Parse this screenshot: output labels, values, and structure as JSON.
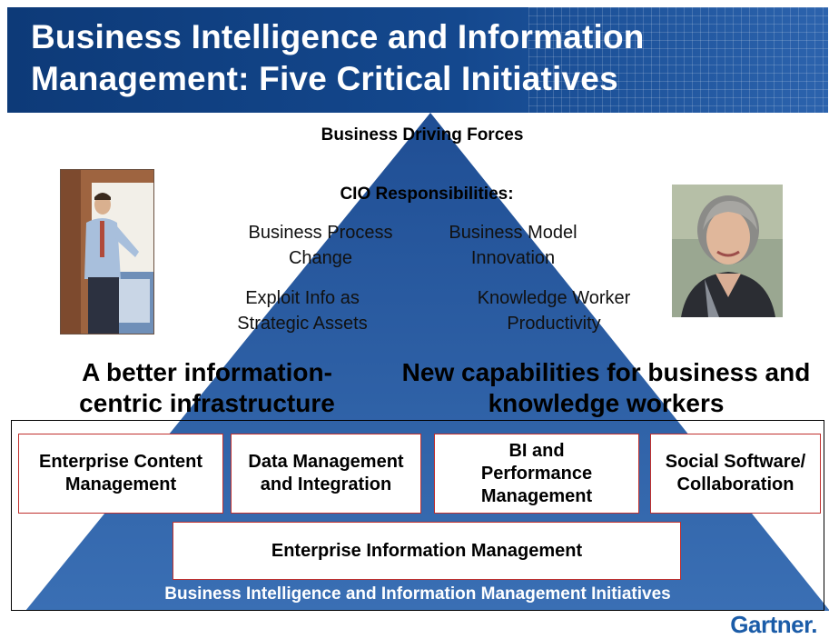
{
  "header": {
    "title_line_1": "Business Intelligence and Information",
    "title_line_2": "Management: Five Critical Initiatives"
  },
  "pyramid": {
    "driving_forces": "Business Driving Forces",
    "cio_responsibilities_label": "CIO Responsibilities:",
    "responsibilities": [
      "Business Process Change",
      "Business Model Innovation",
      "Exploit Info as Strategic Assets",
      "Knowledge Worker Productivity"
    ],
    "left_heading": "A better information-centric infrastructure",
    "right_heading": "New capabilities for business and knowledge workers",
    "initiatives": {
      "ecm": "Enterprise Content Management",
      "dmi": "Data Management and Integration",
      "bi": "BI and Performance Management",
      "social": "Social Software/ Collaboration",
      "eim": "Enterprise Information Management"
    },
    "footer_label": "Business Intelligence and Information Management Initiatives"
  },
  "brand": {
    "logo_text": "Gartner",
    "logo_dot": ".",
    "header_color": "#14488e",
    "pyramid_color": "#2f62a8",
    "box_border_color": "#c0302e"
  },
  "icons": {
    "left_photo": "presenter-photo",
    "right_photo": "woman-portrait-photo"
  }
}
